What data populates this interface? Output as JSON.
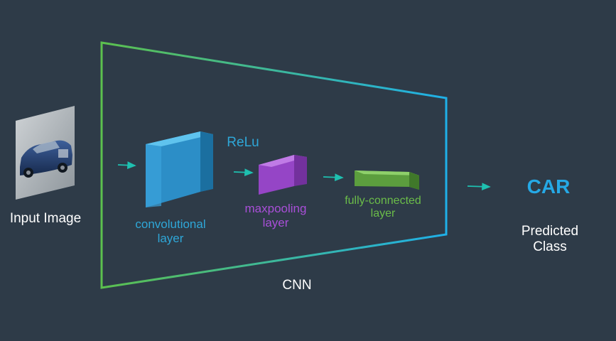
{
  "input": {
    "label": "Input Image",
    "image_icon": "car-photo"
  },
  "network": {
    "name": "CNN",
    "frame_gradient": [
      "#5cc04e",
      "#1fb0e8"
    ],
    "layers": [
      {
        "id": "conv",
        "label": "convolutional\nlayer",
        "color": "#2ea7d8"
      },
      {
        "id": "pool",
        "label": "maxpooling\nlayer",
        "color": "#a94fd8"
      },
      {
        "id": "fc",
        "label": "fully-connected\nlayer",
        "color": "#6bbd49"
      }
    ],
    "activation": {
      "label": "ReLu",
      "color": "#2ea7d8"
    }
  },
  "output": {
    "class": "CAR",
    "label": "Predicted\nClass"
  },
  "colors": {
    "background": "#2e3b48",
    "arrow": "#1ec0b0",
    "accent": "#25a9e6"
  }
}
